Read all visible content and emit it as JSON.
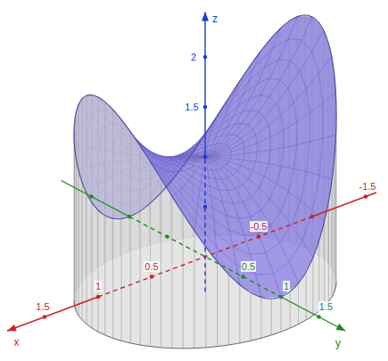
{
  "diagram": {
    "labels": [
      "z",
      "2",
      "1.5",
      "1.5",
      "1",
      "0.5",
      "-0.5",
      "-1.5",
      "x",
      "0.5",
      "1",
      "1.5",
      "y"
    ]
  }
}
